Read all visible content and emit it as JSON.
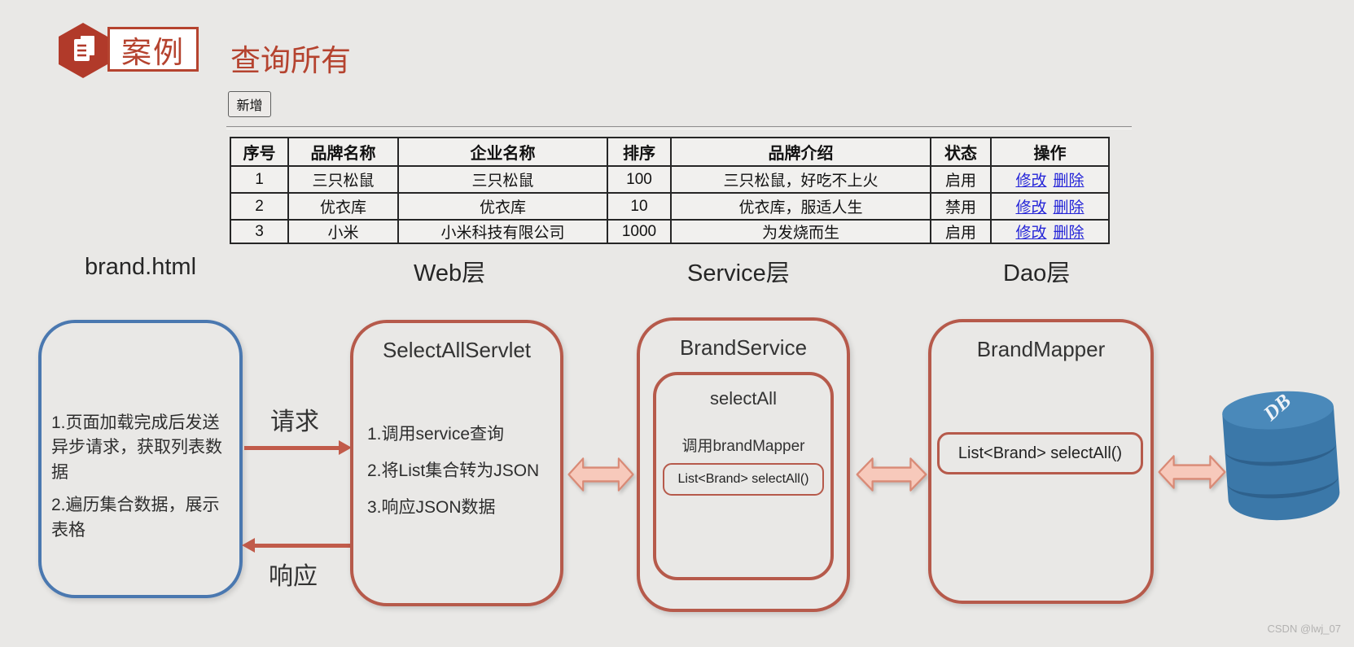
{
  "header": {
    "badge_label": "案例",
    "title": "查询所有"
  },
  "page": {
    "add_button_label": "新增",
    "table": {
      "headers": [
        "序号",
        "品牌名称",
        "企业名称",
        "排序",
        "品牌介绍",
        "状态",
        "操作"
      ],
      "rows": [
        [
          "1",
          "三只松鼠",
          "三只松鼠",
          "100",
          "三只松鼠，好吃不上火",
          "启用"
        ],
        [
          "2",
          "优衣库",
          "优衣库",
          "10",
          "优衣库，服适人生",
          "禁用"
        ],
        [
          "3",
          "小米",
          "小米科技有限公司",
          "1000",
          "为发烧而生",
          "启用"
        ]
      ],
      "action_edit": "修改",
      "action_delete": "删除"
    }
  },
  "diagram": {
    "column_labels": [
      "brand.html",
      "Web层",
      "Service层",
      "Dao层"
    ],
    "request_label": "请求",
    "response_label": "响应",
    "brand_html": {
      "paragraphs": [
        "1.页面加载完成后发送异步请求，获取列表数据",
        "2.遍历集合数据，展示表格"
      ]
    },
    "servlet": {
      "title": "SelectAllServlet",
      "steps": [
        "1.调用service查询",
        "2.将List集合转为JSON",
        "3.响应JSON数据"
      ]
    },
    "service": {
      "title": "BrandService",
      "method_title": "selectAll",
      "body_text": "调用brandMapper",
      "code": "List<Brand> selectAll()"
    },
    "mapper": {
      "title": "BrandMapper",
      "code": "List<Brand> selectAll()"
    },
    "database": {
      "label": "DB"
    }
  },
  "watermark": "CSDN @lwj_07",
  "colors": {
    "accent_red": "#b5432f",
    "box_border_red": "#b65a4b",
    "box_border_blue": "#4a78b0",
    "link_blue": "#2525d8",
    "arrow_line": "#c15b4a",
    "block_arrow_fill": "#f7c9bb",
    "block_arrow_stroke": "#d98a76",
    "db_blue": "#3b78a9"
  }
}
